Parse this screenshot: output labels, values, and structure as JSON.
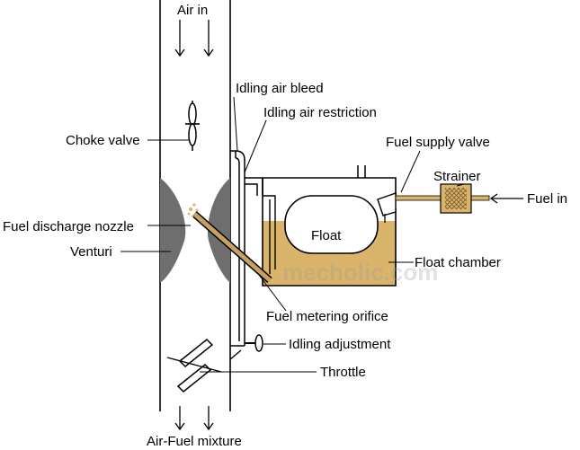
{
  "labels": {
    "air_in": "Air in",
    "idling_air_bleed": "Idling air bleed",
    "idling_air_restriction": "Idling air restriction",
    "choke_valve": "Choke valve",
    "fuel_supply_valve": "Fuel supply valve",
    "strainer": "Strainer",
    "fuel_in": "Fuel in",
    "fuel_discharge_nozzle": "Fuel discharge nozzle",
    "float": "Float",
    "venturi": "Venturi",
    "float_chamber": "Float chamber",
    "fuel_metering_orifice": "Fuel metering orifice",
    "idling_adjustment": "Idling adjustment",
    "throttle": "Throttle",
    "air_fuel_mixture": "Air-Fuel mixture"
  },
  "watermark": "mecholic.com",
  "colors": {
    "fuel": "#d9b46a",
    "venturi": "#6e6e6e",
    "strainer": "#d9b46a",
    "nozzle": "#c8a060",
    "line": "#000000"
  }
}
